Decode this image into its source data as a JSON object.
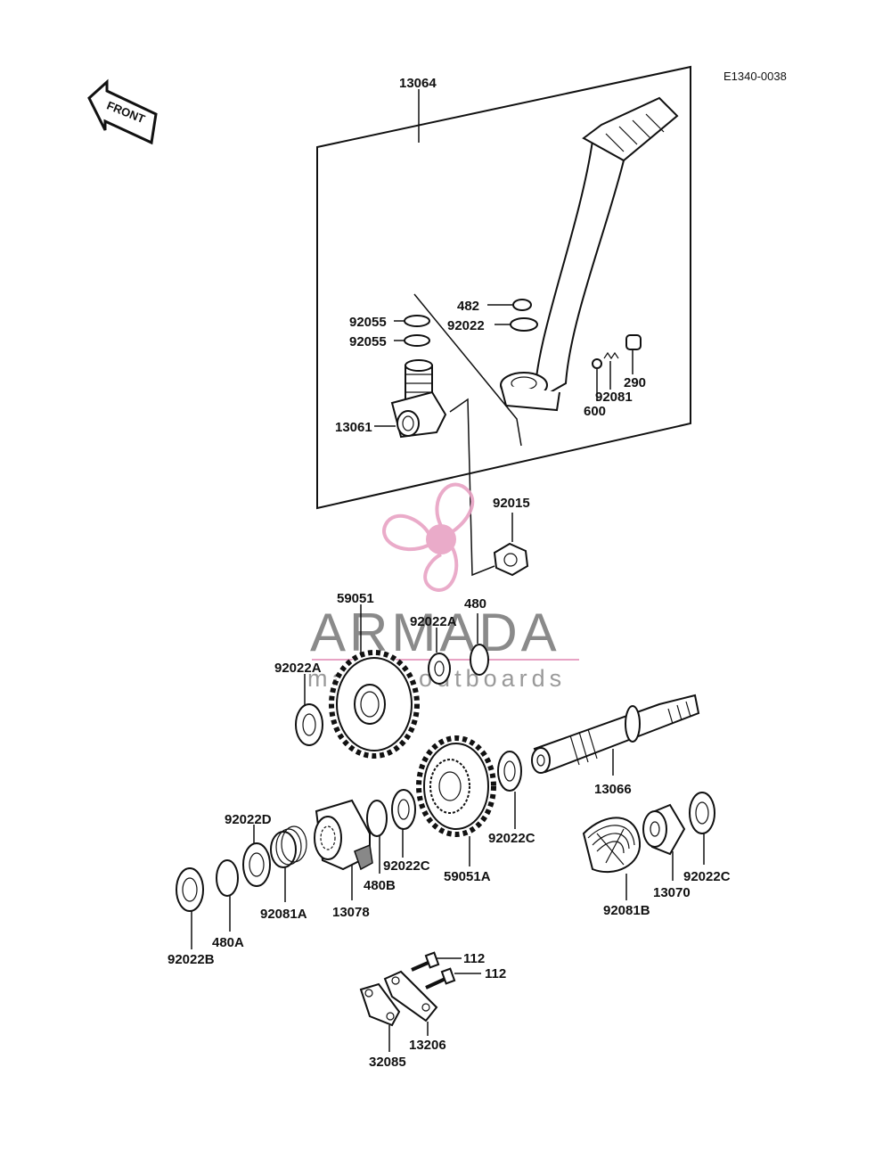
{
  "diagram": {
    "reference_code": "E1340-0038",
    "front_label": "FRONT",
    "watermark": {
      "brand": "ARMADA",
      "tagline": "marine outboards",
      "color": "#e8a3c4"
    },
    "parts": {
      "p13064": "13064",
      "p482": "482",
      "p92022": "92022",
      "p92055a": "92055",
      "p92055b": "92055",
      "p290": "290",
      "p92081": "92081",
      "p600": "600",
      "p13061": "13061",
      "p92015": "92015",
      "p59051": "59051",
      "p480": "480",
      "p92022A_top": "92022A",
      "p92022A_left": "92022A",
      "p13066": "13066",
      "p92022C_mid": "92022C",
      "p92022D": "92022D",
      "p92022C_low": "92022C",
      "p59051A": "59051A",
      "p480B": "480B",
      "p13078": "13078",
      "p92081A": "92081A",
      "p480A": "480A",
      "p92022B": "92022B",
      "p92081B": "92081B",
      "p13070": "13070",
      "p92022C_right": "92022C",
      "p112a": "112",
      "p112b": "112",
      "p32085": "32085",
      "p13206": "13206"
    }
  }
}
